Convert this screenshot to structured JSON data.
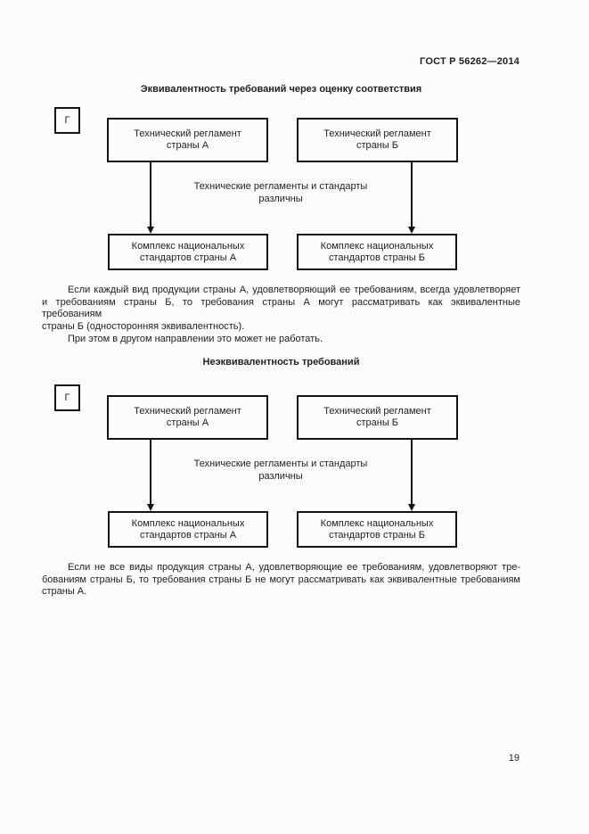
{
  "doc": {
    "header": "ГОСТ Р 56262—2014",
    "page_number": "19"
  },
  "colors": {
    "ink": "#1f1f1f",
    "border": "#141414",
    "paper": "#fbfbfb"
  },
  "diagram1": {
    "title": "Эквивалентность требований через оценку соответствия",
    "marker": "Г",
    "boxes": {
      "top_left": [
        "Технический регламент",
        "страны А"
      ],
      "top_right": [
        "Технический регламент",
        "страны Б"
      ],
      "bottom_left": [
        "Комплекс национальных",
        "стандартов страны А"
      ],
      "bottom_right": [
        "Комплекс национальных",
        "стандартов страны Б"
      ]
    },
    "note": [
      "Технические регламенты и стандарты",
      "различны"
    ]
  },
  "para1": {
    "lines": [
      "Если каждый вид продукции страны А, удовлетворяющий ее требованиям, всегда удовлетворяет",
      "и требованиям страны Б, то требования страны А могут рассматривать как эквивалентные требованиям",
      "страны Б (односторонняя эквивалентность).",
      "При этом в другом направлении это может не работать."
    ]
  },
  "diagram2": {
    "title": "Неэквивалентность требований",
    "marker": "Г",
    "boxes": {
      "top_left": [
        "Технический регламент",
        "страны А"
      ],
      "top_right": [
        "Технический регламент",
        "страны Б"
      ],
      "bottom_left": [
        "Комплекс национальных",
        "стандартов страны А"
      ],
      "bottom_right": [
        "Комплекс национальных",
        "стандартов страны Б"
      ]
    },
    "note": [
      "Технические регламенты и стандарты",
      "различны"
    ]
  },
  "para2": {
    "lines": [
      "Если не все виды продукция страны А, удовлетворяющие ее требованиям, удовлетворяют тре-",
      "бованиям страны Б, то требования страны Б не могут рассматривать как эквивалентные требованиям",
      "страны А."
    ]
  }
}
